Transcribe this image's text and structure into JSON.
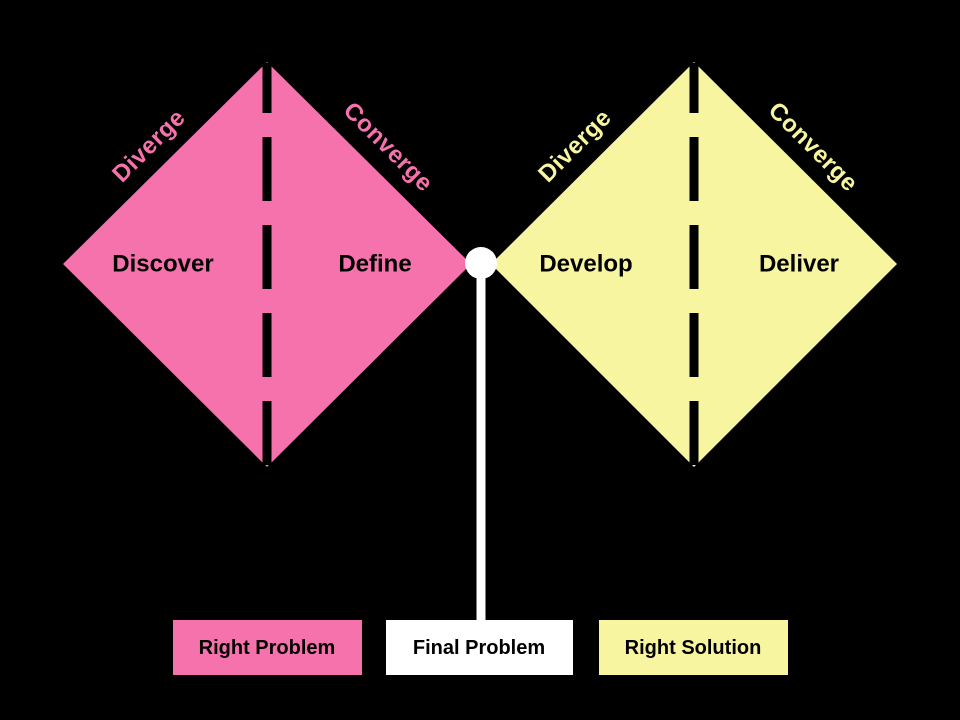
{
  "colors": {
    "background": "#000000",
    "pink": "#F672AC",
    "yellow": "#F8F5A1",
    "white": "#FFFFFF",
    "black": "#000000"
  },
  "left_diamond": {
    "diverge_label": "Diverge",
    "converge_label": "Converge",
    "phase_left": "Discover",
    "phase_right": "Define"
  },
  "right_diamond": {
    "diverge_label": "Diverge",
    "converge_label": "Converge",
    "phase_left": "Develop",
    "phase_right": "Deliver"
  },
  "legend": {
    "left_box_label": "Right Problem",
    "center_box_label": "Final Problem",
    "right_box_label": "Right Solution"
  }
}
